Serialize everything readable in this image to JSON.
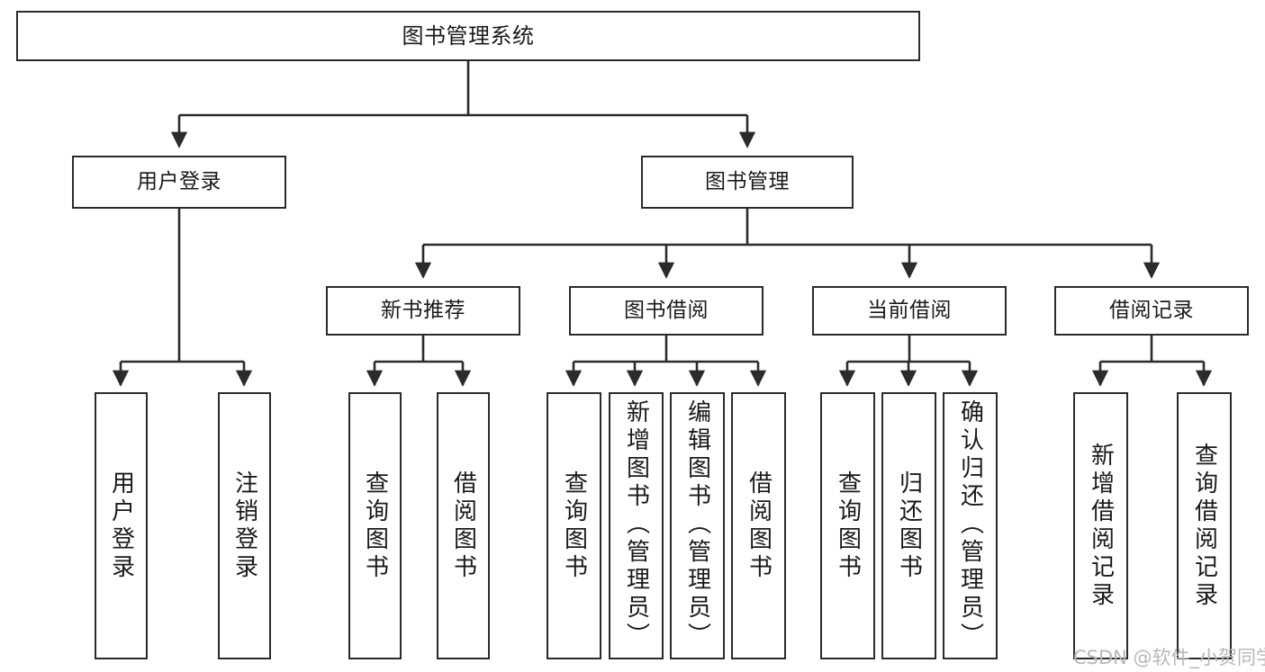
{
  "diagram": {
    "title": "图书管理系统",
    "type": "tree-hierarchy-chart",
    "colors": {
      "border": "#2b2b2b",
      "background": "#ffffff",
      "text": "#1a1a1a",
      "watermark": "#b8b8b8"
    },
    "watermark": "CSDN @软件_小贺同学",
    "levels": {
      "root": {
        "label": "图书管理系统"
      },
      "level2": [
        {
          "label": "用户登录"
        },
        {
          "label": "图书管理"
        }
      ],
      "level3": [
        {
          "label": "新书推荐"
        },
        {
          "label": "图书借阅"
        },
        {
          "label": "当前借阅"
        },
        {
          "label": "借阅记录"
        }
      ],
      "leaves": {
        "user_login": [
          {
            "label": "用户登录"
          },
          {
            "label": "注销登录"
          }
        ],
        "new_book_recommend": [
          {
            "label": "查询图书"
          },
          {
            "label": "借阅图书"
          }
        ],
        "book_borrow": [
          {
            "label": "查询图书"
          },
          {
            "label": "新增图书（管理员）"
          },
          {
            "label": "编辑图书（管理员）"
          },
          {
            "label": "借阅图书"
          }
        ],
        "current_borrow": [
          {
            "label": "查询图书"
          },
          {
            "label": "归还图书"
          },
          {
            "label": "确认归还（管理员）"
          }
        ],
        "borrow_record": [
          {
            "label": "新增借阅记录"
          },
          {
            "label": "查询借阅记录"
          }
        ]
      }
    }
  }
}
